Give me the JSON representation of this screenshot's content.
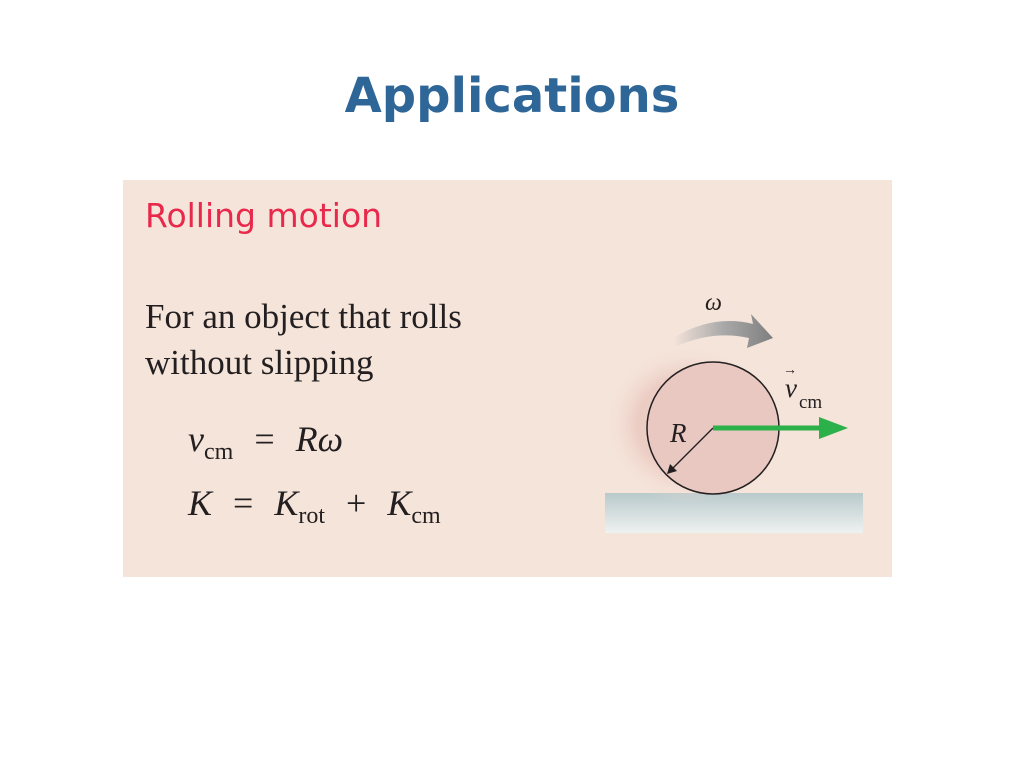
{
  "slide": {
    "title": "Applications"
  },
  "panel": {
    "heading": "Rolling motion",
    "text_line1": "For an object that rolls",
    "text_line2": "without slipping",
    "equation1": {
      "lhs_symbol": "v",
      "lhs_subscript": "cm",
      "operator": "=",
      "rhs": "Rω"
    },
    "equation2": {
      "lhs": "K",
      "operator": "=",
      "term1_symbol": "K",
      "term1_subscript": "rot",
      "plus": "+",
      "term2_symbol": "K",
      "term2_subscript": "cm"
    }
  },
  "diagram": {
    "omega_label": "ω",
    "velocity_symbol": "v",
    "velocity_subscript": "cm",
    "velocity_vector_mark": "→",
    "radius_label": "R",
    "colors": {
      "panel_background": "#f5e4da",
      "wheel_fill": "#e9c8c1",
      "velocity_arrow": "#2bb04a",
      "rotation_arrow": "#8c8c8c",
      "ground": "#c7d3d5"
    }
  },
  "colors": {
    "title": "#2e6698",
    "heading": "#e8294b"
  }
}
